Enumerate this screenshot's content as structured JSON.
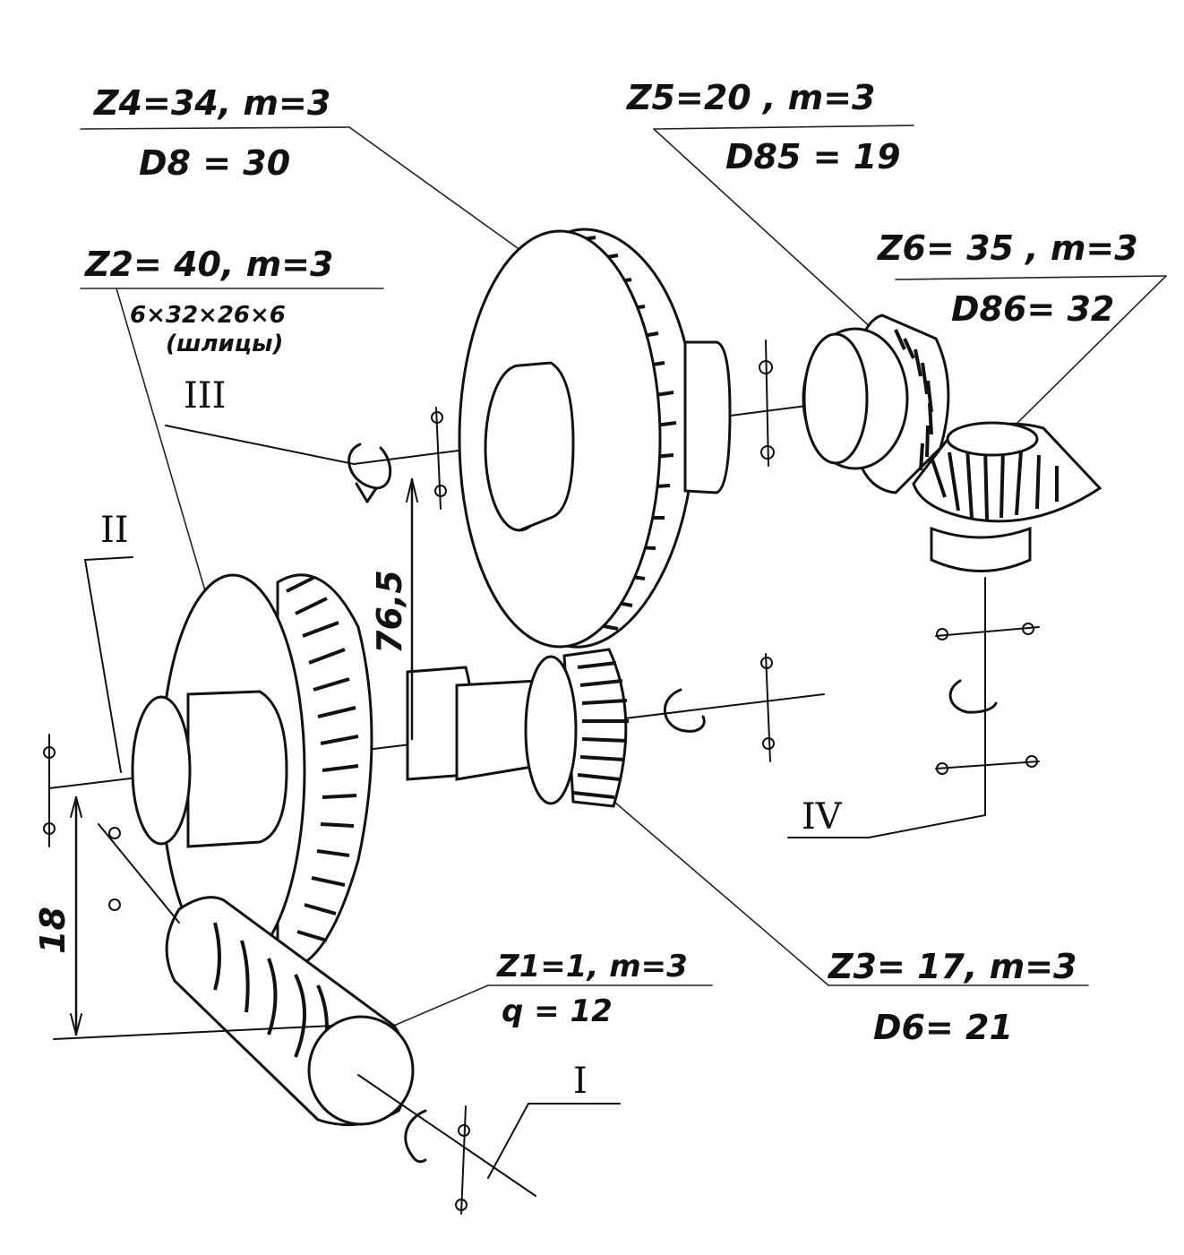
{
  "labels": {
    "gear4_params": "Z4=34, m=3",
    "gear4_bore": "D8 = 30",
    "gear5_params": "Z5=20 , m=3",
    "gear5_bore": "D85 = 19",
    "gear6_params": "Z6= 35 , m=3",
    "gear6_bore": "D86= 32",
    "gear2_params": "Z2= 40, m=3",
    "gear2_spline": "6×32×26×6",
    "gear2_spline_note": "(шлицы)",
    "gear3_params": "Z3= 17, m=3",
    "gear3_bore": "D6= 21",
    "worm_params": "Z1=1, m=3",
    "worm_q": "q = 12",
    "center_distance": "76,5",
    "offset": "18"
  },
  "shafts": {
    "shaft_I": "I",
    "shaft_II": "II",
    "shaft_III": "III",
    "shaft_IV": "IV"
  }
}
